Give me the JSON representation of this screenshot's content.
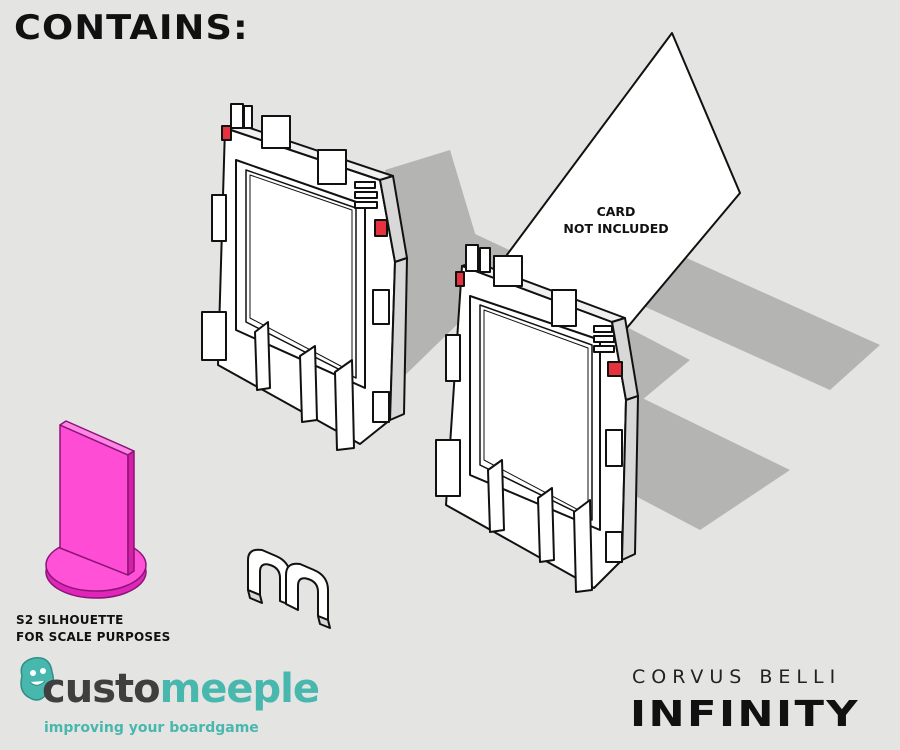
{
  "heading": "CONTAINS:",
  "card_label": [
    "CARD",
    "NOT INCLUDED"
  ],
  "silhouette_label": [
    "S2 SILHOUETTE",
    "FOR SCALE PURPOSES"
  ],
  "brand_left": {
    "name_part1": "custo",
    "name_part2": "meeple",
    "tagline": "improving your boardgame",
    "accent_color": "#48b7ad",
    "icon": "meeple-mascot-icon"
  },
  "brand_right": {
    "line1": "CORVUS BELLI",
    "line2": "INFINITY"
  },
  "colors": {
    "background": "#e4e4e2",
    "silhouette": "#ff3fd0",
    "clip_red": "#e5323e",
    "shadow": "#b4b4b2"
  }
}
